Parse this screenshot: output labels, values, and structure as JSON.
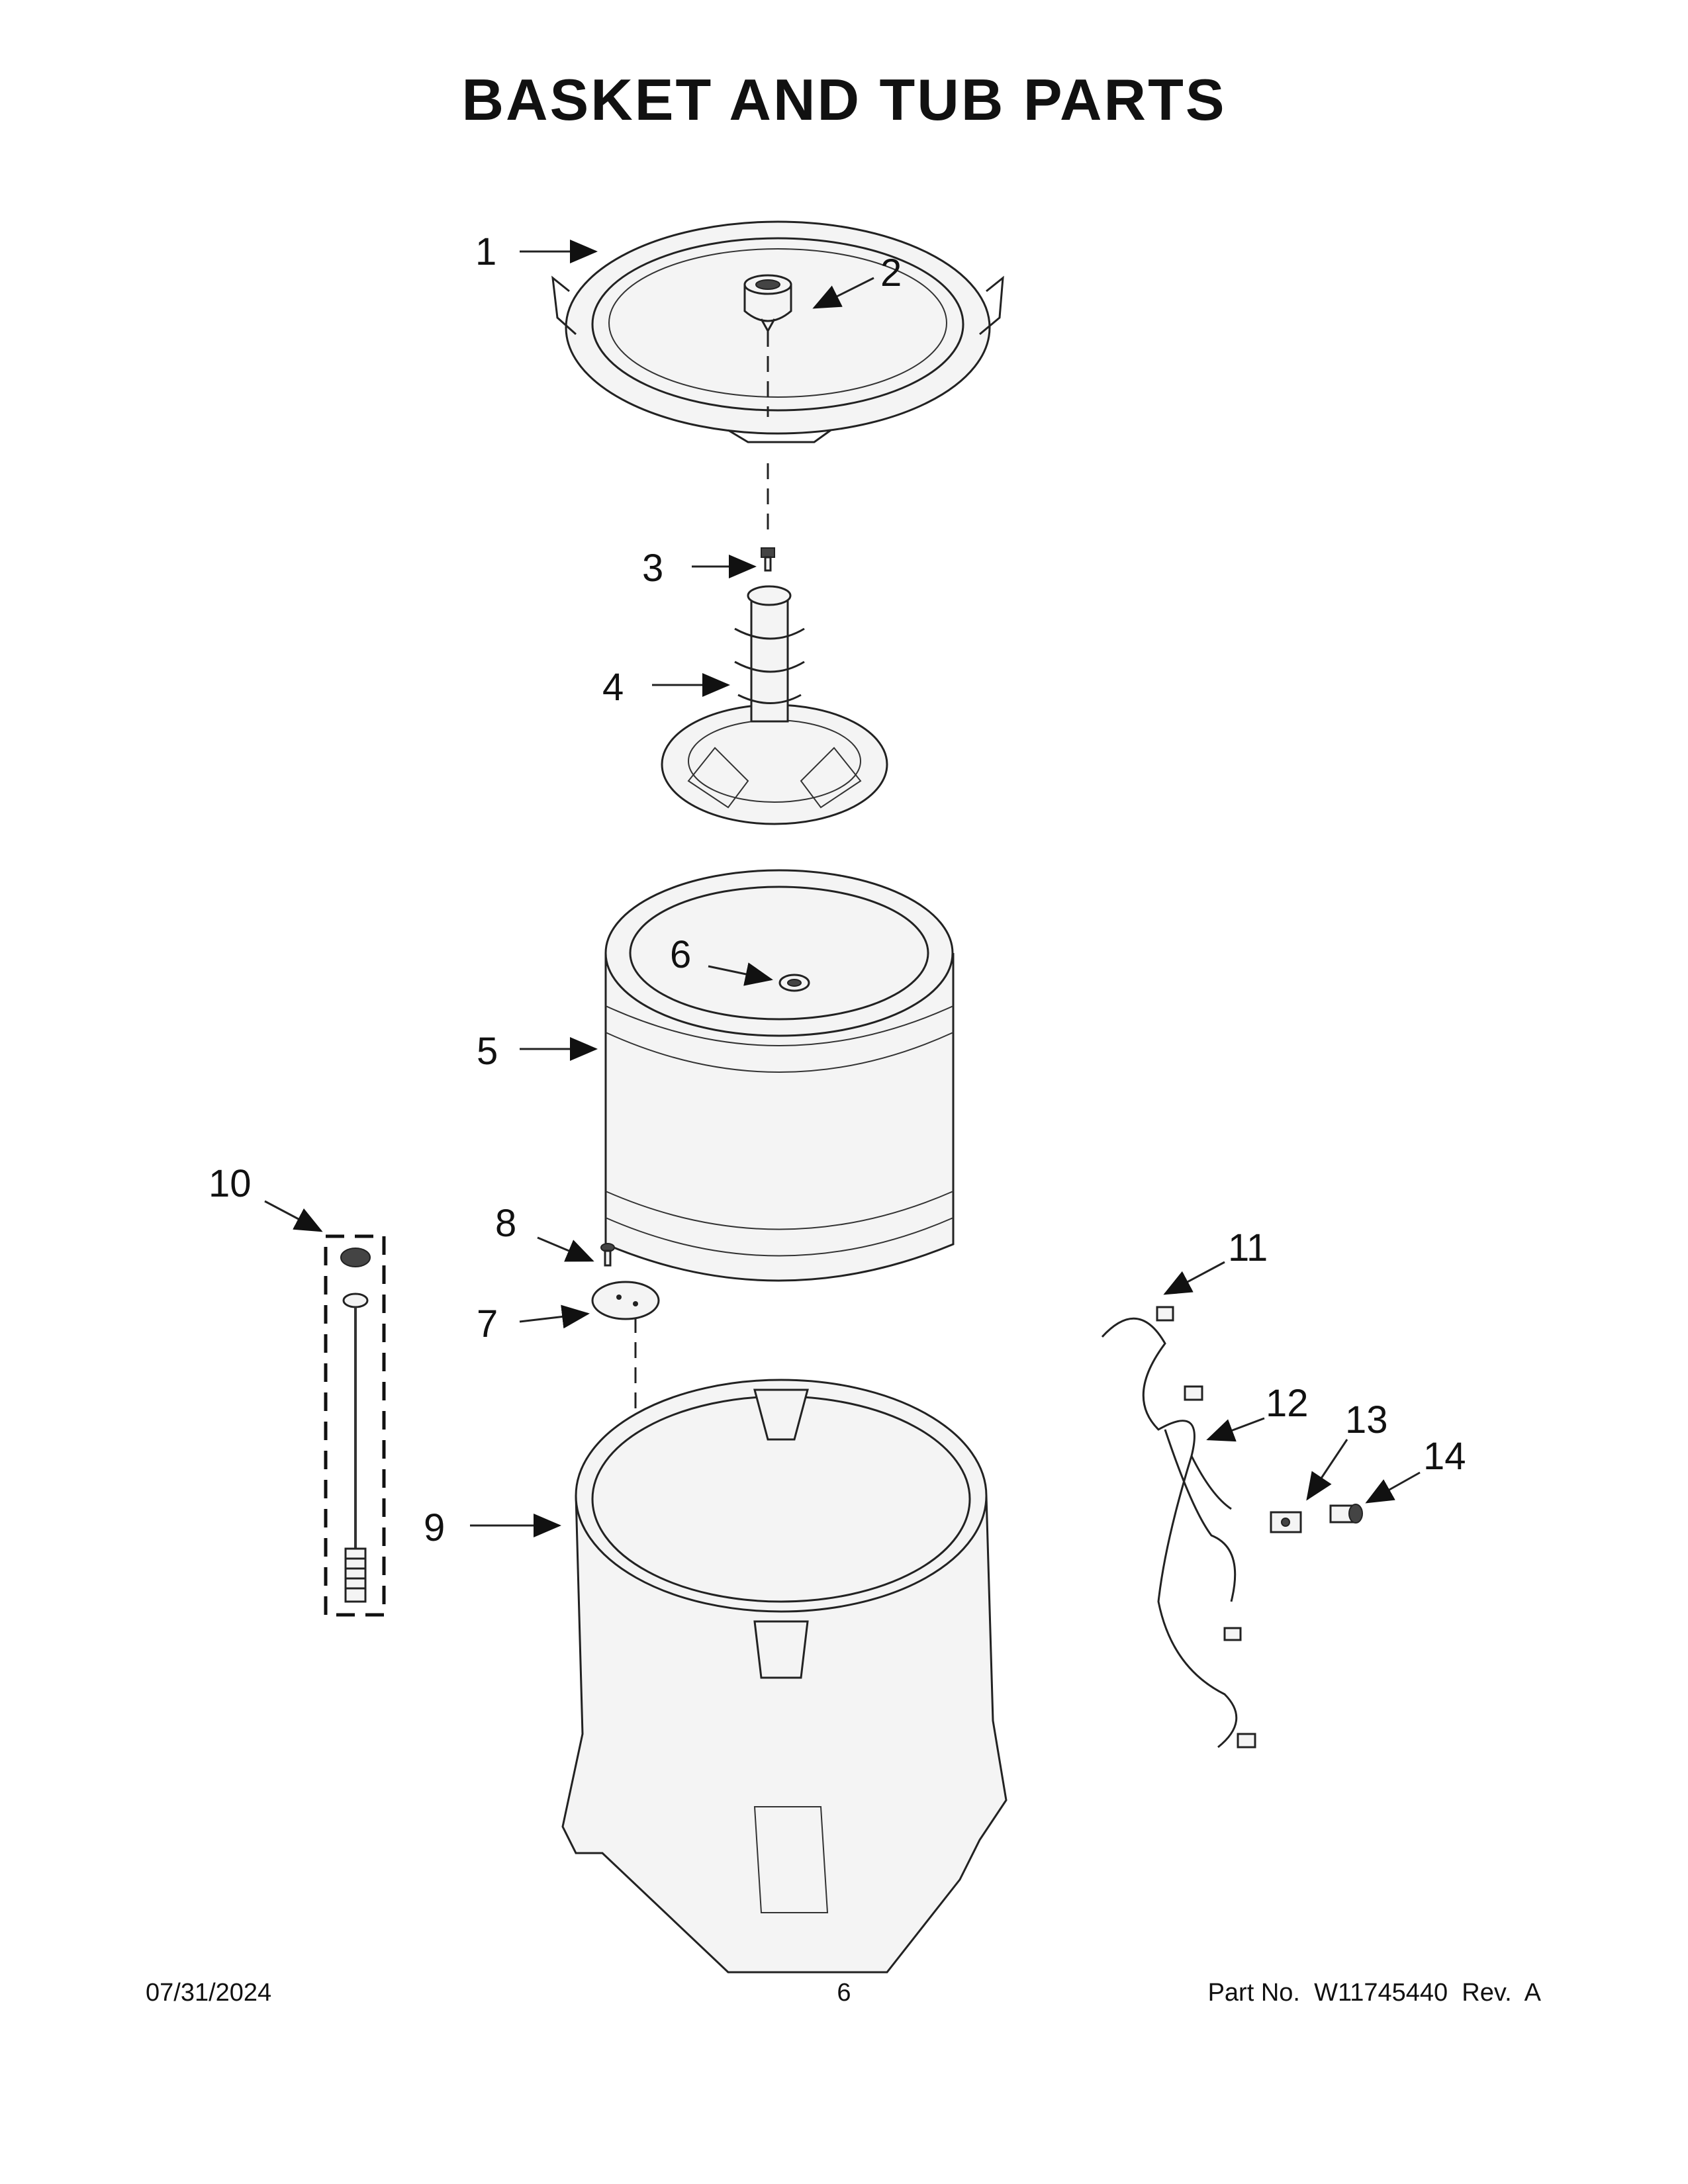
{
  "page": {
    "title": "BASKET AND TUB PARTS"
  },
  "callouts": [
    "1",
    "2",
    "3",
    "4",
    "5",
    "6",
    "7",
    "8",
    "9",
    "10",
    "11",
    "12",
    "13",
    "14"
  ],
  "footer": {
    "date": "07/31/2024",
    "page_number": "6",
    "part_info": "Part No.  W11745440  Rev.  A"
  }
}
